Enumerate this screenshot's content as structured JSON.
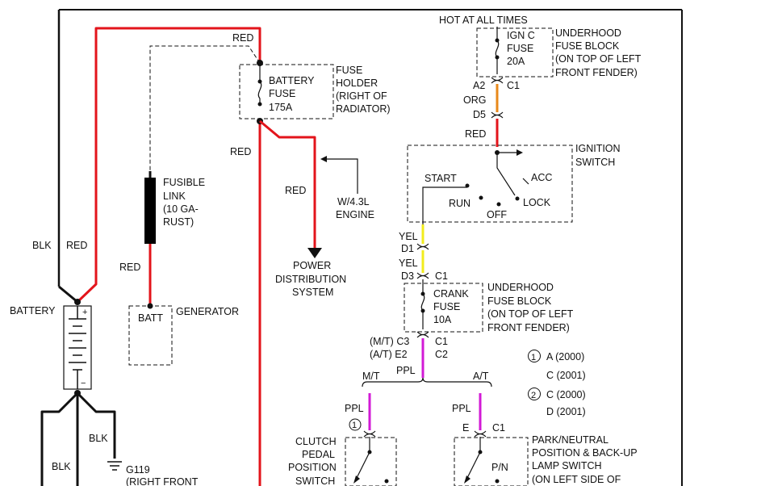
{
  "colors": {
    "wire_red": "#e3141b",
    "wire_black": "#222222",
    "wire_orange": "#e8891a",
    "wire_yellow": "#f2ec1c",
    "wire_purple": "#d21ad6",
    "fusible_link": "#000000"
  },
  "labels": {
    "hot_at_all_times": "HOT AT ALL TIMES",
    "underhood_fuse_block_top": [
      "UNDERHOOD",
      "FUSE BLOCK",
      "(ON TOP OF LEFT",
      "FRONT FENDER)"
    ],
    "ign_c_fuse": [
      "IGN C",
      "FUSE",
      "20A"
    ],
    "a2": "A2",
    "c1_top": "C1",
    "org": "ORG",
    "d5": "D5",
    "red_ign": "RED",
    "ignition_switch": [
      "IGNITION",
      "SWITCH"
    ],
    "start": "START",
    "acc": "ACC",
    "run": "RUN",
    "lock": "LOCK",
    "off": "OFF",
    "yel_1": "YEL",
    "d1": "D1",
    "yel_2": "YEL",
    "d3": "D3",
    "c1_crank": "C1",
    "crank_fuse": [
      "CRANK",
      "FUSE",
      "10A"
    ],
    "underhood_fuse_block_mid": [
      "UNDERHOOD",
      "FUSE BLOCK",
      "(ON TOP OF LEFT",
      "FRONT FENDER)"
    ],
    "mt_c3": "(M/T)  C3",
    "at_e2": "(A/T)  E2",
    "c1_mid": "C1",
    "c2_mid": "C2",
    "ppl_main": "PPL",
    "mt": "M/T",
    "at": "A/T",
    "ppl_left": "PPL",
    "ppl_right": "PPL",
    "circle_1": "1",
    "circle_2": "2",
    "note_1a": "A (2000)",
    "note_1b": "C (2001)",
    "note_2a": "C (2000)",
    "note_2b": "D (2001)",
    "e_conn": "E",
    "c1_park": "C1",
    "p_n": "P/N",
    "clutch_switch": [
      "CLUTCH",
      "PEDAL",
      "POSITION",
      "SWITCH"
    ],
    "park_neutral": [
      "PARK/NEUTRAL",
      "POSITION & BACK-UP",
      "LAMP SWITCH",
      "(ON LEFT SIDE OF"
    ],
    "red_top": "RED",
    "battery_fuse": [
      "BATTERY",
      "FUSE",
      "175A"
    ],
    "fuse_holder": [
      "FUSE",
      "HOLDER",
      "(RIGHT OF",
      "RADIATOR)"
    ],
    "red_mid": "RED",
    "red_branch": "RED",
    "w43l": [
      "W/4.3L",
      "ENGINE"
    ],
    "power_distribution": [
      "POWER",
      "DISTRIBUTION",
      "SYSTEM"
    ],
    "fusible_link": [
      "FUSIBLE",
      "LINK",
      "(10 GA-",
      "RUST)"
    ],
    "red_gen": "RED",
    "batt": "BATT",
    "generator": "GENERATOR",
    "blk_top": "BLK",
    "red_bat": "RED",
    "battery": "BATTERY",
    "plus": "+",
    "minus": "−",
    "blk_g": "BLK",
    "blk_low": "BLK",
    "g119": "G119",
    "right_front": "(RIGHT FRONT"
  }
}
